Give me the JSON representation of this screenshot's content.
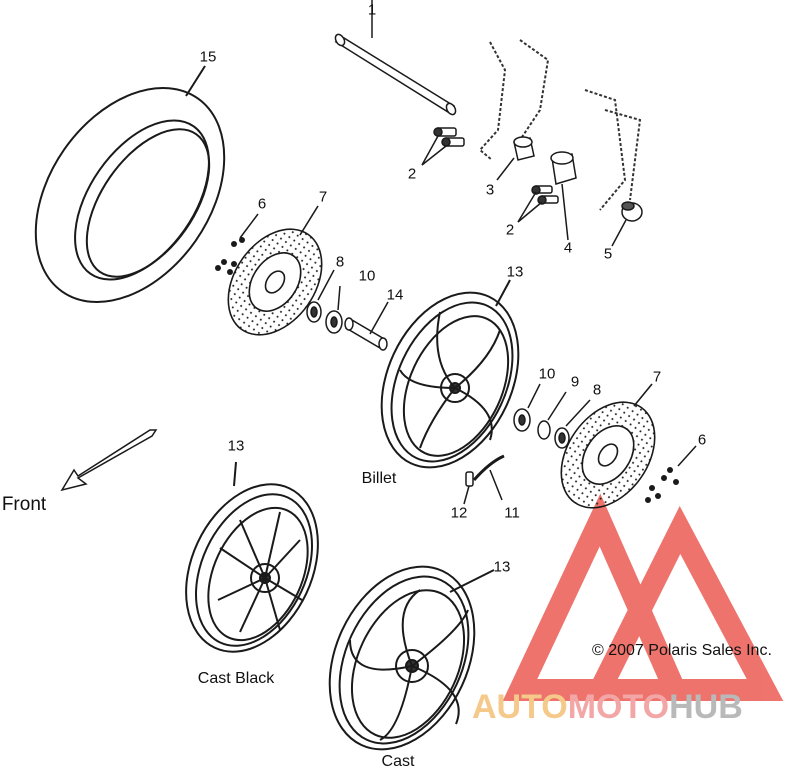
{
  "callouts": {
    "n1": "1",
    "n2a": "2",
    "n2b": "2",
    "n3": "3",
    "n4": "4",
    "n5": "5",
    "n6a": "6",
    "n6b": "6",
    "n7a": "7",
    "n7b": "7",
    "n8a": "8",
    "n8b": "8",
    "n9": "9",
    "n10a": "10",
    "n10b": "10",
    "n11": "11",
    "n12": "12",
    "n13a": "13",
    "n13b": "13",
    "n13c": "13",
    "n14": "14",
    "n15": "15"
  },
  "captions": {
    "billet": "Billet",
    "cast_black": "Cast Black",
    "cast": "Cast",
    "front": "Front"
  },
  "copyright": "© 2007 Polaris Sales Inc.",
  "watermark": {
    "part1": "AUTO",
    "part2": "MOTO",
    "part3": "HUB"
  },
  "colors": {
    "line": "#1a1a1a",
    "watermark_red": "#e8453c",
    "watermark_orange": "#f5a623",
    "watermark_gray": "#9a9a9a"
  }
}
